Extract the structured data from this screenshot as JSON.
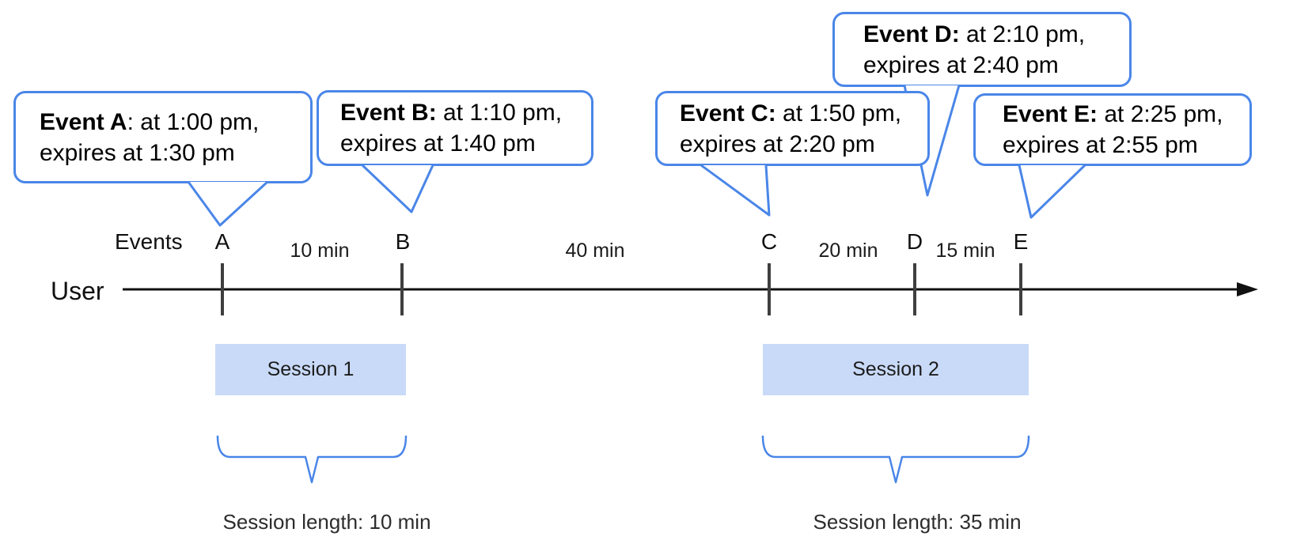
{
  "diagram_type": "event-session-timeline",
  "axis": {
    "events_label": "Events",
    "user_label": "User"
  },
  "bubbles": [
    {
      "event": "A",
      "bold": "Event A",
      "rest": ": at 1:00 pm,",
      "line2": "expires at 1:30 pm"
    },
    {
      "event": "B",
      "bold": "Event B:",
      "rest": " at 1:10 pm,",
      "line2": "expires at 1:40 pm"
    },
    {
      "event": "C",
      "bold": "Event C:",
      "rest": " at 1:50 pm,",
      "line2": "expires at 2:20 pm"
    },
    {
      "event": "D",
      "bold": "Event D:",
      "rest": " at 2:10 pm,",
      "line2": "expires at 2:40 pm"
    },
    {
      "event": "E",
      "bold": "Event E:",
      "rest": " at 2:25 pm,",
      "line2": "expires at 2:55 pm"
    }
  ],
  "event_marks": [
    {
      "label": "A"
    },
    {
      "label": "B"
    },
    {
      "label": "C"
    },
    {
      "label": "D"
    },
    {
      "label": "E"
    }
  ],
  "intervals": [
    {
      "label": "10 min"
    },
    {
      "label": "40 min"
    },
    {
      "label": "20 min"
    },
    {
      "label": "15 min"
    }
  ],
  "sessions": [
    {
      "label": "Session 1",
      "length_label": "Session length: 10 min"
    },
    {
      "label": "Session 2",
      "length_label": "Session length: 35 min"
    }
  ],
  "colors": {
    "accent_blue": "#4a86e8",
    "session_fill": "#c9daf8",
    "axis_black": "#111111",
    "tick_gray": "#3f3f3f"
  }
}
